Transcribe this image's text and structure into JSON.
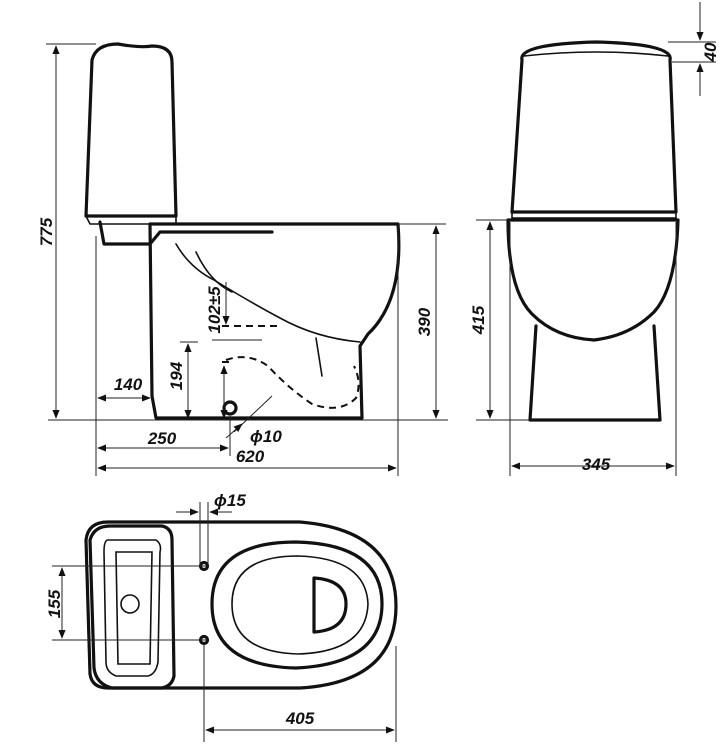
{
  "dimensions": {
    "total_height": "775",
    "lid_height": "40",
    "bowl_height": "390",
    "front_seat_height": "415",
    "outlet_offset": "102±5",
    "inlet_height": "194",
    "rear_offset": "140",
    "outlet_distance": "250",
    "total_length": "620",
    "width": "345",
    "anchor_hole_dia": "ϕ10",
    "tank_hole_dia": "ϕ15",
    "hole_spacing": "155",
    "bowl_length": "405"
  },
  "colors": {
    "line": "#111111",
    "background": "#ffffff"
  }
}
